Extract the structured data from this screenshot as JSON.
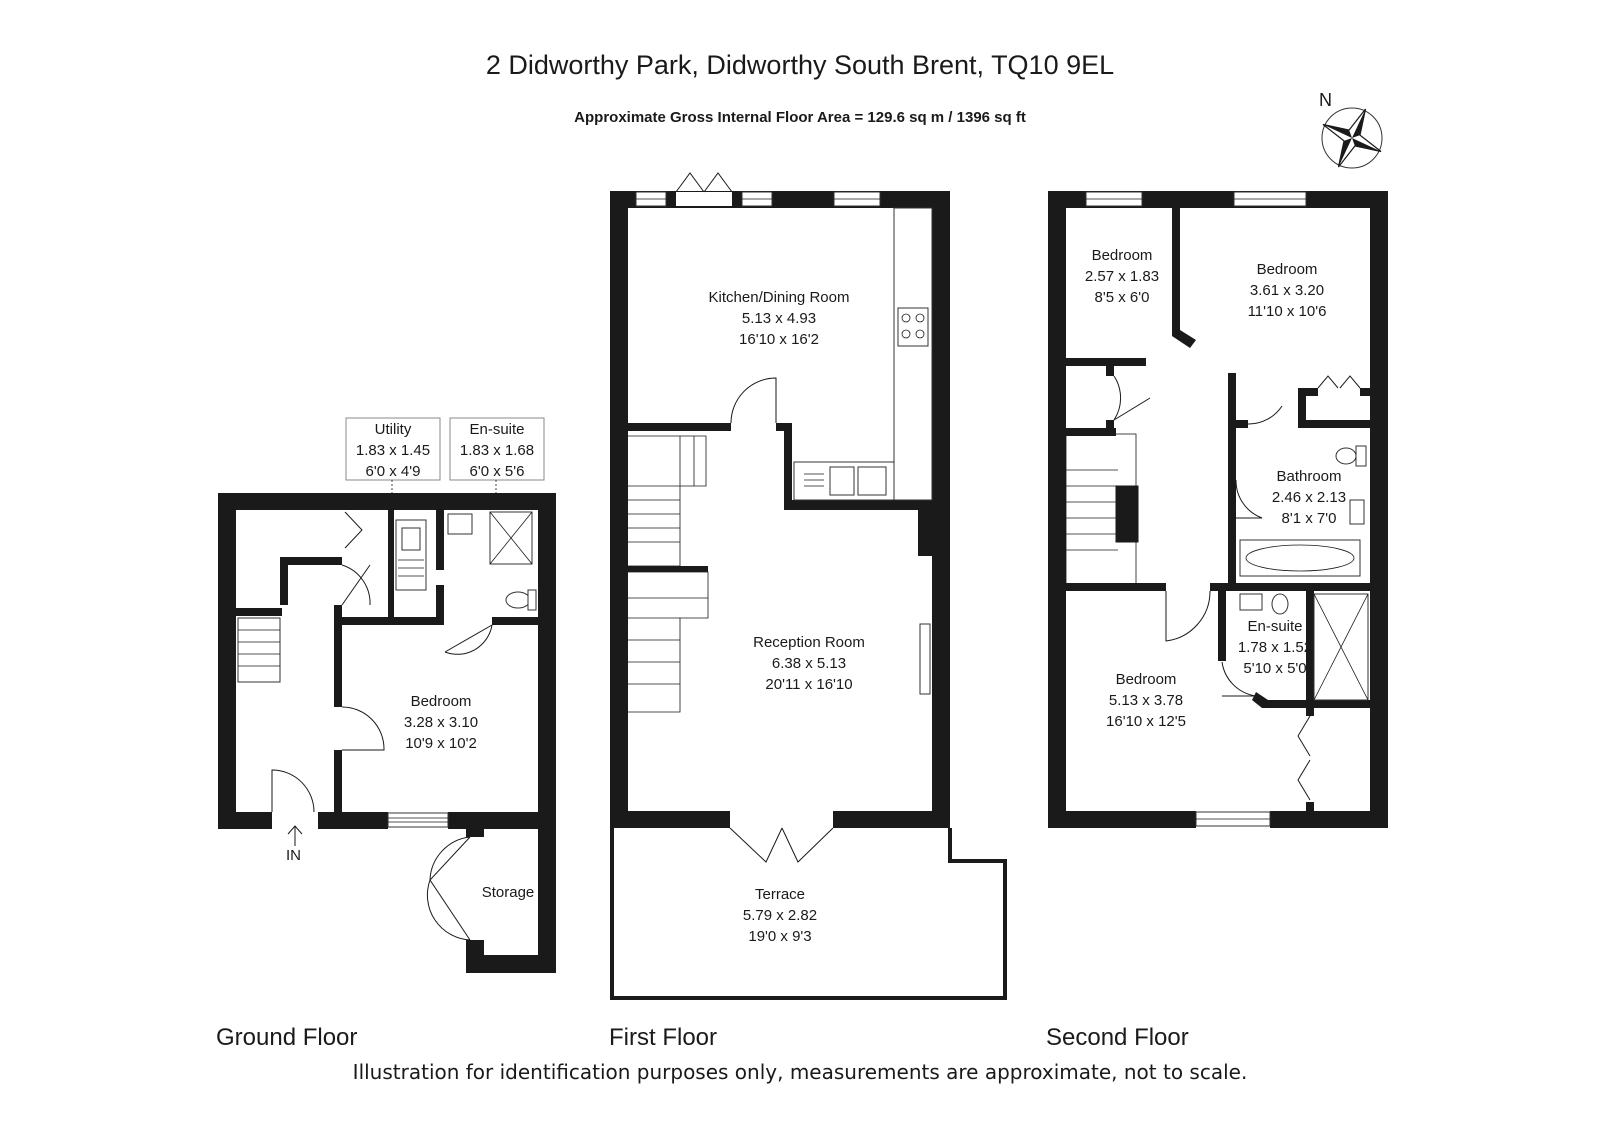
{
  "title": "2 Didworthy Park, Didworthy South Brent, TQ10 9EL",
  "area": "Approximate Gross Internal Floor Area  = 129.6 sq m / 1396 sq ft",
  "compass": "N",
  "entrance": "IN",
  "disclaimer": "Illustration for identification purposes only, measurements are approximate, not to scale.",
  "floors": {
    "ground": {
      "label": "Ground Floor",
      "utility": {
        "name": "Utility",
        "metric": "1.83 x 1.45",
        "imperial": "6'0 x 4'9"
      },
      "ensuite": {
        "name": "En-suite",
        "metric": "1.83 x 1.68",
        "imperial": "6'0 x 5'6"
      },
      "bedroom": {
        "name": "Bedroom",
        "metric": "3.28 x 3.10",
        "imperial": "10'9 x 10'2"
      },
      "storage": {
        "name": "Storage"
      }
    },
    "first": {
      "label": "First Floor",
      "kitchen": {
        "name": "Kitchen/Dining Room",
        "metric": "5.13 x 4.93",
        "imperial": "16'10 x 16'2"
      },
      "reception": {
        "name": "Reception Room",
        "metric": "6.38 x 5.13",
        "imperial": "20'11 x 16'10"
      },
      "terrace": {
        "name": "Terrace",
        "metric": "5.79 x 2.82",
        "imperial": "19'0 x 9'3"
      }
    },
    "second": {
      "label": "Second Floor",
      "bedroom_small": {
        "name": "Bedroom",
        "metric": "2.57 x 1.83",
        "imperial": "8'5 x 6'0"
      },
      "bedroom_mid": {
        "name": "Bedroom",
        "metric": "3.61 x 3.20",
        "imperial": "11'10 x 10'6"
      },
      "bathroom": {
        "name": "Bathroom",
        "metric": "2.46 x 2.13",
        "imperial": "8'1 x 7'0"
      },
      "ensuite": {
        "name": "En-suite",
        "metric": "1.78 x 1.52",
        "imperial": "5'10 x 5'0"
      },
      "bedroom_large": {
        "name": "Bedroom",
        "metric": "5.13 x 3.78",
        "imperial": "16'10 x 12'5"
      }
    }
  }
}
